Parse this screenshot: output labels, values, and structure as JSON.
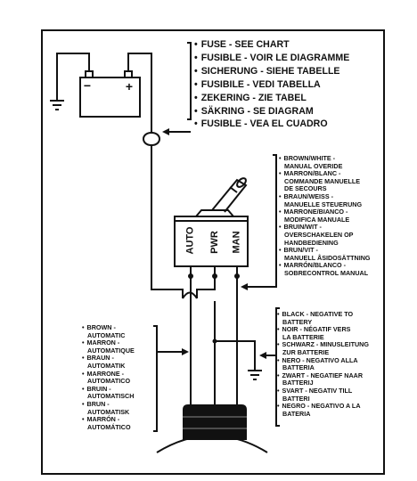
{
  "terminals": {
    "auto": "AUTO",
    "pwr": "PWR",
    "man": "MAN",
    "battery_negative": "−",
    "battery_positive": "+"
  },
  "fuse_labels": [
    "FUSE - SEE CHART",
    "FUSIBLE - VOIR LE DIAGRAMME",
    "SICHERUNG - SIEHE TABELLE",
    "FUSIBILE - VEDI TABELLA",
    "ZEKERING - ZIE TABEL",
    "SÄKRING - SE DIAGRAM",
    "FUSIBLE - VEA EL CUADRO"
  ],
  "manual_wire_labels": [
    [
      "BROWN/WHITE -",
      "MANUAL OVERIDE"
    ],
    [
      "MARRON/BLANC -",
      "COMMANDE MANUELLE",
      "DE SECOURS"
    ],
    [
      "BRAUN/WEISS -",
      "MANUELLE STEUERUNG"
    ],
    [
      "MARRONE/BIANCO -",
      "MODIFICA MANUALE"
    ],
    [
      "BRUIN/WIT -",
      "OVERSCHAKELEN OP",
      "HANDBEDIENING"
    ],
    [
      "BRUN/VIT -",
      "MANUELL ÅSIDOSÄTTNING"
    ],
    [
      "MARRÓN/BLANCO -",
      "SOBRECONTROL MANUAL"
    ]
  ],
  "auto_wire_labels": [
    [
      "BROWN -",
      "AUTOMATIC"
    ],
    [
      "MARRON -",
      "AUTOMATIQUE"
    ],
    [
      "BRAUN -",
      "AUTOMATIK"
    ],
    [
      "MARRONE -",
      "AUTOMATICO"
    ],
    [
      "BRUIN -",
      "AUTOMATISCH"
    ],
    [
      "BRUN -",
      "AUTOMATISK"
    ],
    [
      "MARRÓN -",
      "AUTOMÁTICO"
    ]
  ],
  "ground_wire_labels": [
    [
      "BLACK - NEGATIVE TO",
      "BATTERY"
    ],
    [
      "NOIR - NÉGATIF VERS",
      "LA BATTERIE"
    ],
    [
      "SCHWARZ - MINUSLEITUNG",
      "ZUR BATTERIE"
    ],
    [
      "NERO - NEGATIVO ALLA",
      "BATTERIA"
    ],
    [
      "ZWART - NEGATIEF NAAR",
      "BATTERIJ"
    ],
    [
      "SVART - NEGATIV TILL",
      "BATTERI"
    ],
    [
      "NEGRO - NEGATIVO A LA",
      "BATERIA"
    ]
  ]
}
